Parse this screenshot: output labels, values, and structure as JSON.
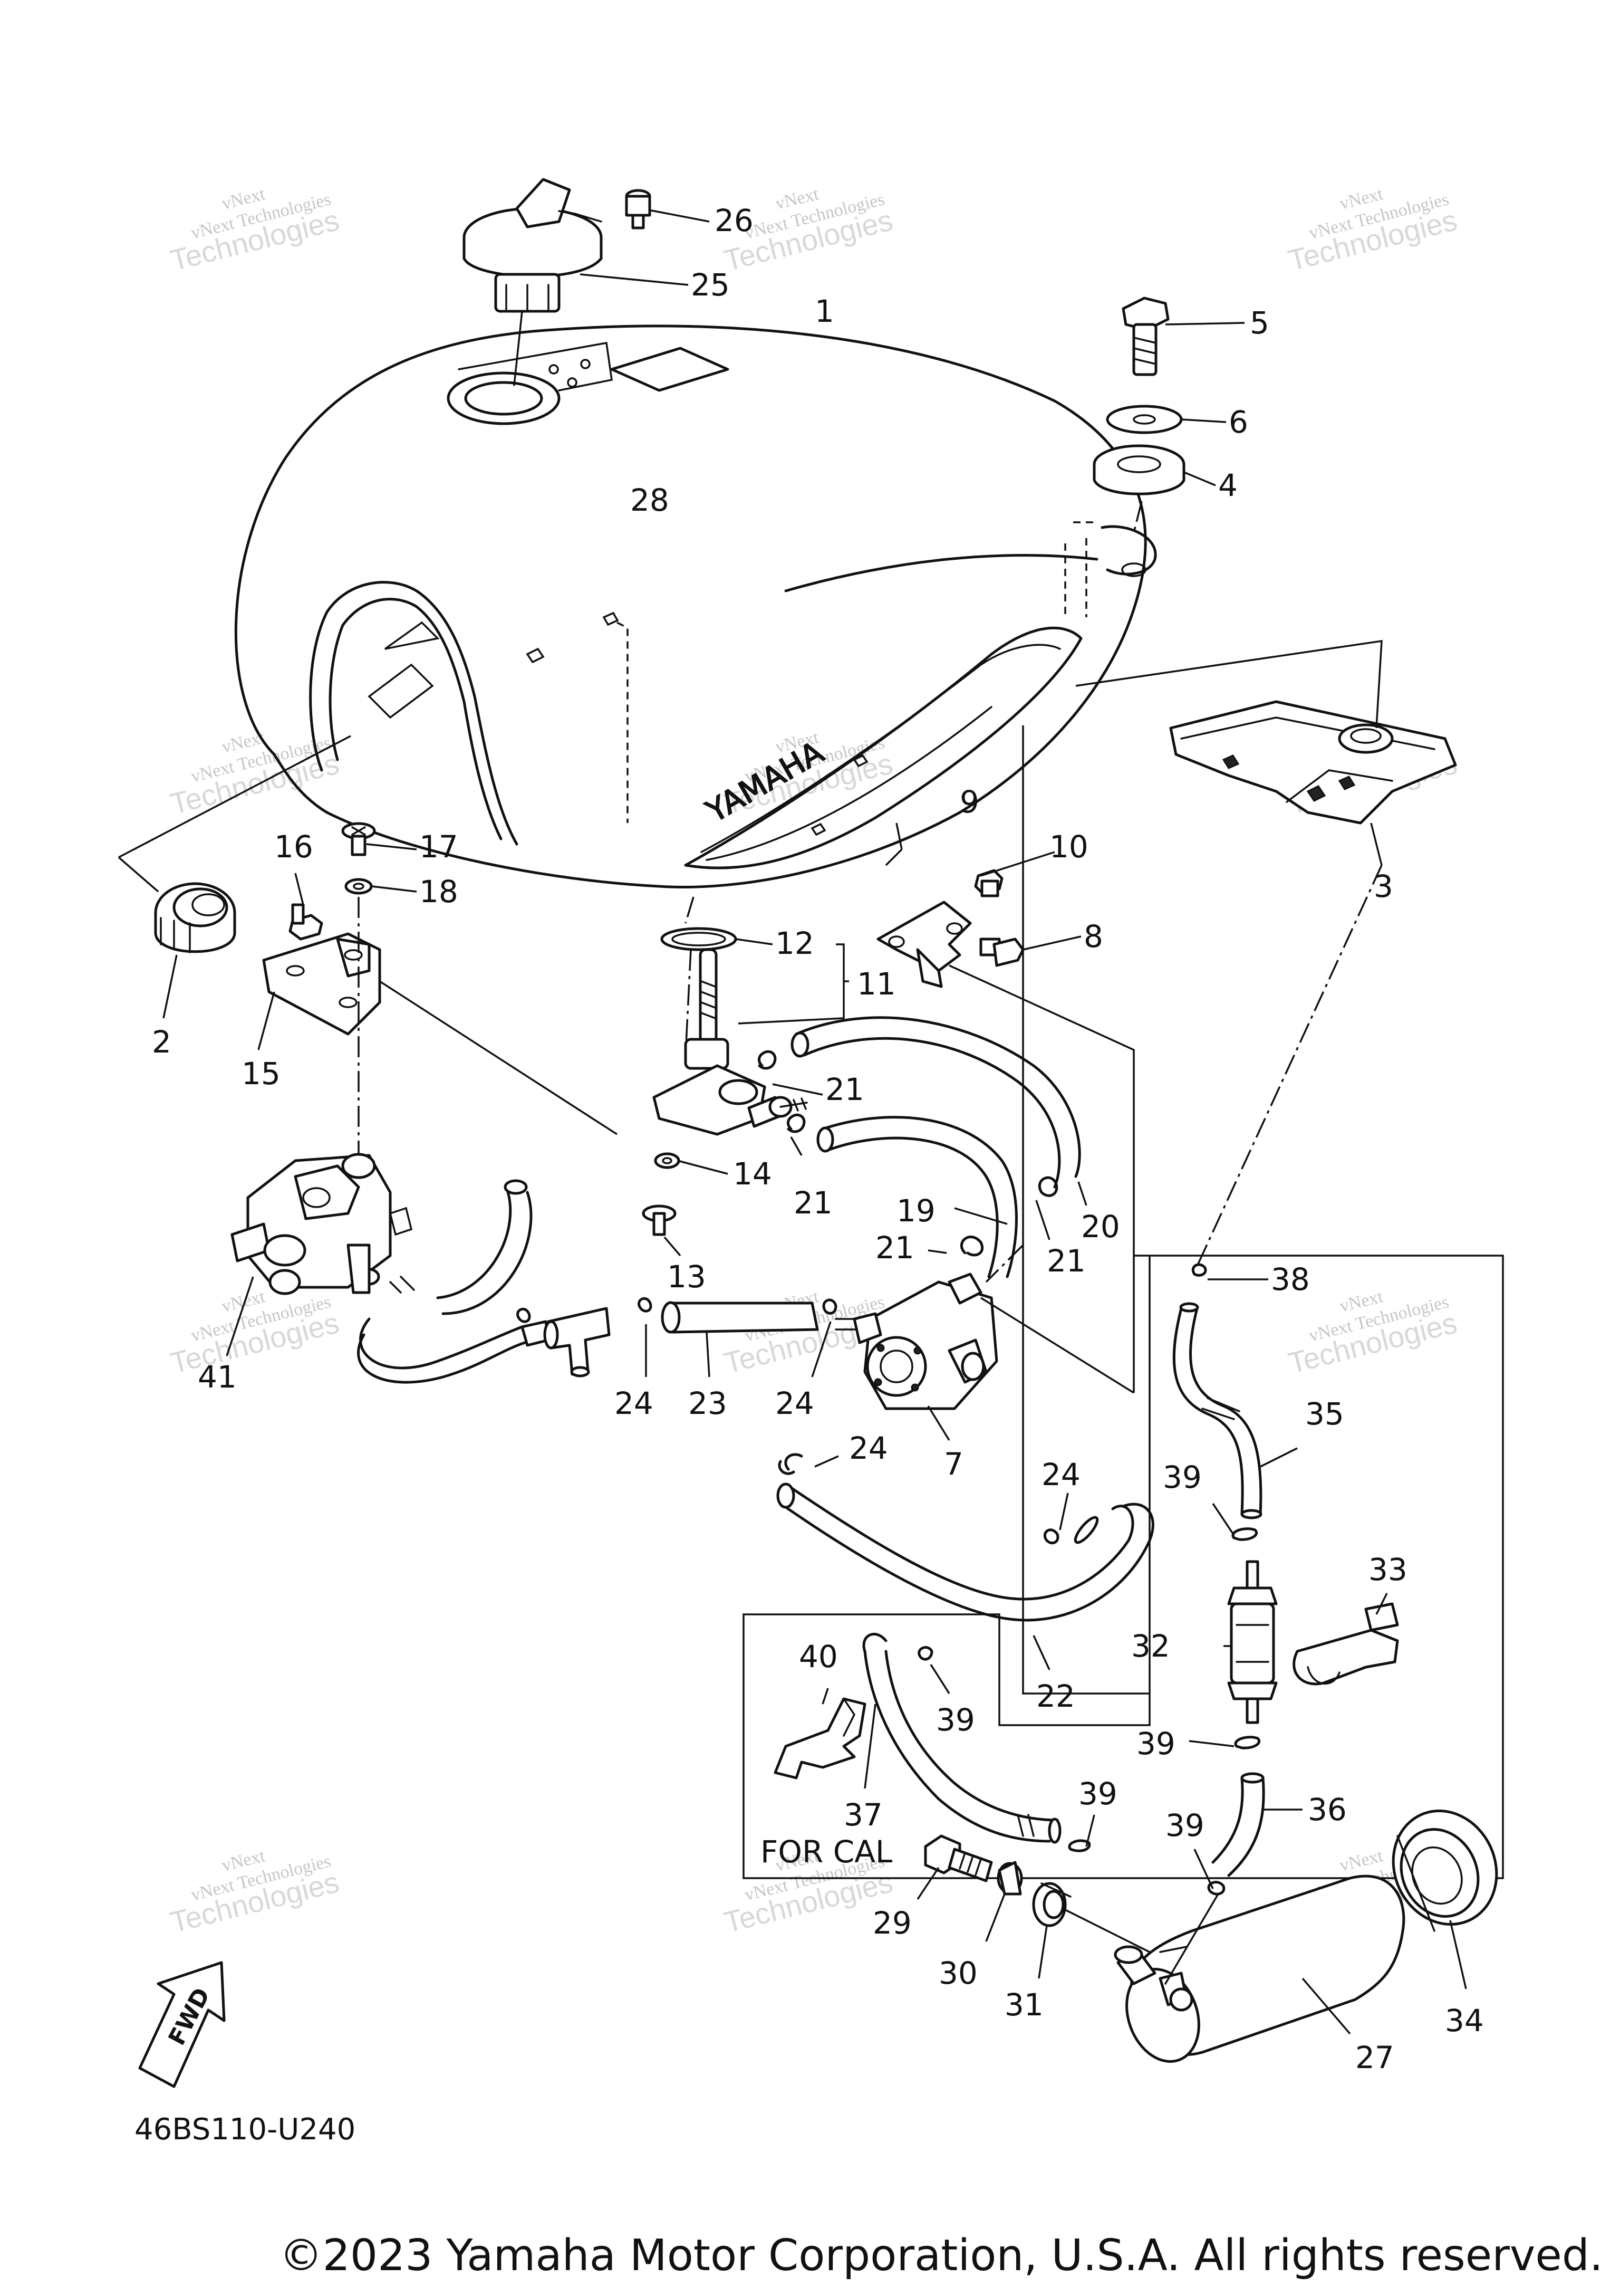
{
  "diagram_code": "46BS110-U240",
  "inset_label": "FOR CAL",
  "fwd_label": "FWD",
  "brand_on_tank": "YAMAHA",
  "watermark": {
    "line1": "vNext",
    "line2": "vNext Technologies",
    "line3": "Technologies"
  },
  "copyright": "©2023 Yamaha Motor Corporation, U.S.A. All rights reserved.",
  "callouts": [
    {
      "id": "c1",
      "label": "1"
    },
    {
      "id": "c2",
      "label": "2"
    },
    {
      "id": "c3",
      "label": "3"
    },
    {
      "id": "c4",
      "label": "4"
    },
    {
      "id": "c5",
      "label": "5"
    },
    {
      "id": "c6",
      "label": "6"
    },
    {
      "id": "c7",
      "label": "7"
    },
    {
      "id": "c8",
      "label": "8"
    },
    {
      "id": "c9",
      "label": "9"
    },
    {
      "id": "c10",
      "label": "10"
    },
    {
      "id": "c11",
      "label": "11"
    },
    {
      "id": "c12",
      "label": "12"
    },
    {
      "id": "c13",
      "label": "13"
    },
    {
      "id": "c14",
      "label": "14"
    },
    {
      "id": "c15",
      "label": "15"
    },
    {
      "id": "c16",
      "label": "16"
    },
    {
      "id": "c17",
      "label": "17"
    },
    {
      "id": "c18",
      "label": "18"
    },
    {
      "id": "c19",
      "label": "19"
    },
    {
      "id": "c20",
      "label": "20"
    },
    {
      "id": "c21a",
      "label": "21"
    },
    {
      "id": "c21b",
      "label": "21"
    },
    {
      "id": "c21c",
      "label": "21"
    },
    {
      "id": "c21d",
      "label": "21"
    },
    {
      "id": "c22",
      "label": "22"
    },
    {
      "id": "c23",
      "label": "23"
    },
    {
      "id": "c24a",
      "label": "24"
    },
    {
      "id": "c24b",
      "label": "24"
    },
    {
      "id": "c24c",
      "label": "24"
    },
    {
      "id": "c24d",
      "label": "24"
    },
    {
      "id": "c25",
      "label": "25"
    },
    {
      "id": "c26",
      "label": "26"
    },
    {
      "id": "c27",
      "label": "27"
    },
    {
      "id": "c28",
      "label": "28"
    },
    {
      "id": "c29",
      "label": "29"
    },
    {
      "id": "c30",
      "label": "30"
    },
    {
      "id": "c31",
      "label": "31"
    },
    {
      "id": "c32",
      "label": "32"
    },
    {
      "id": "c33",
      "label": "33"
    },
    {
      "id": "c34",
      "label": "34"
    },
    {
      "id": "c35",
      "label": "35"
    },
    {
      "id": "c36",
      "label": "36"
    },
    {
      "id": "c37",
      "label": "37"
    },
    {
      "id": "c38",
      "label": "38"
    },
    {
      "id": "c39a",
      "label": "39"
    },
    {
      "id": "c39b",
      "label": "39"
    },
    {
      "id": "c39c",
      "label": "39"
    },
    {
      "id": "c39d",
      "label": "39"
    },
    {
      "id": "c39e",
      "label": "39"
    },
    {
      "id": "c40",
      "label": "40"
    },
    {
      "id": "c41",
      "label": "41"
    }
  ]
}
